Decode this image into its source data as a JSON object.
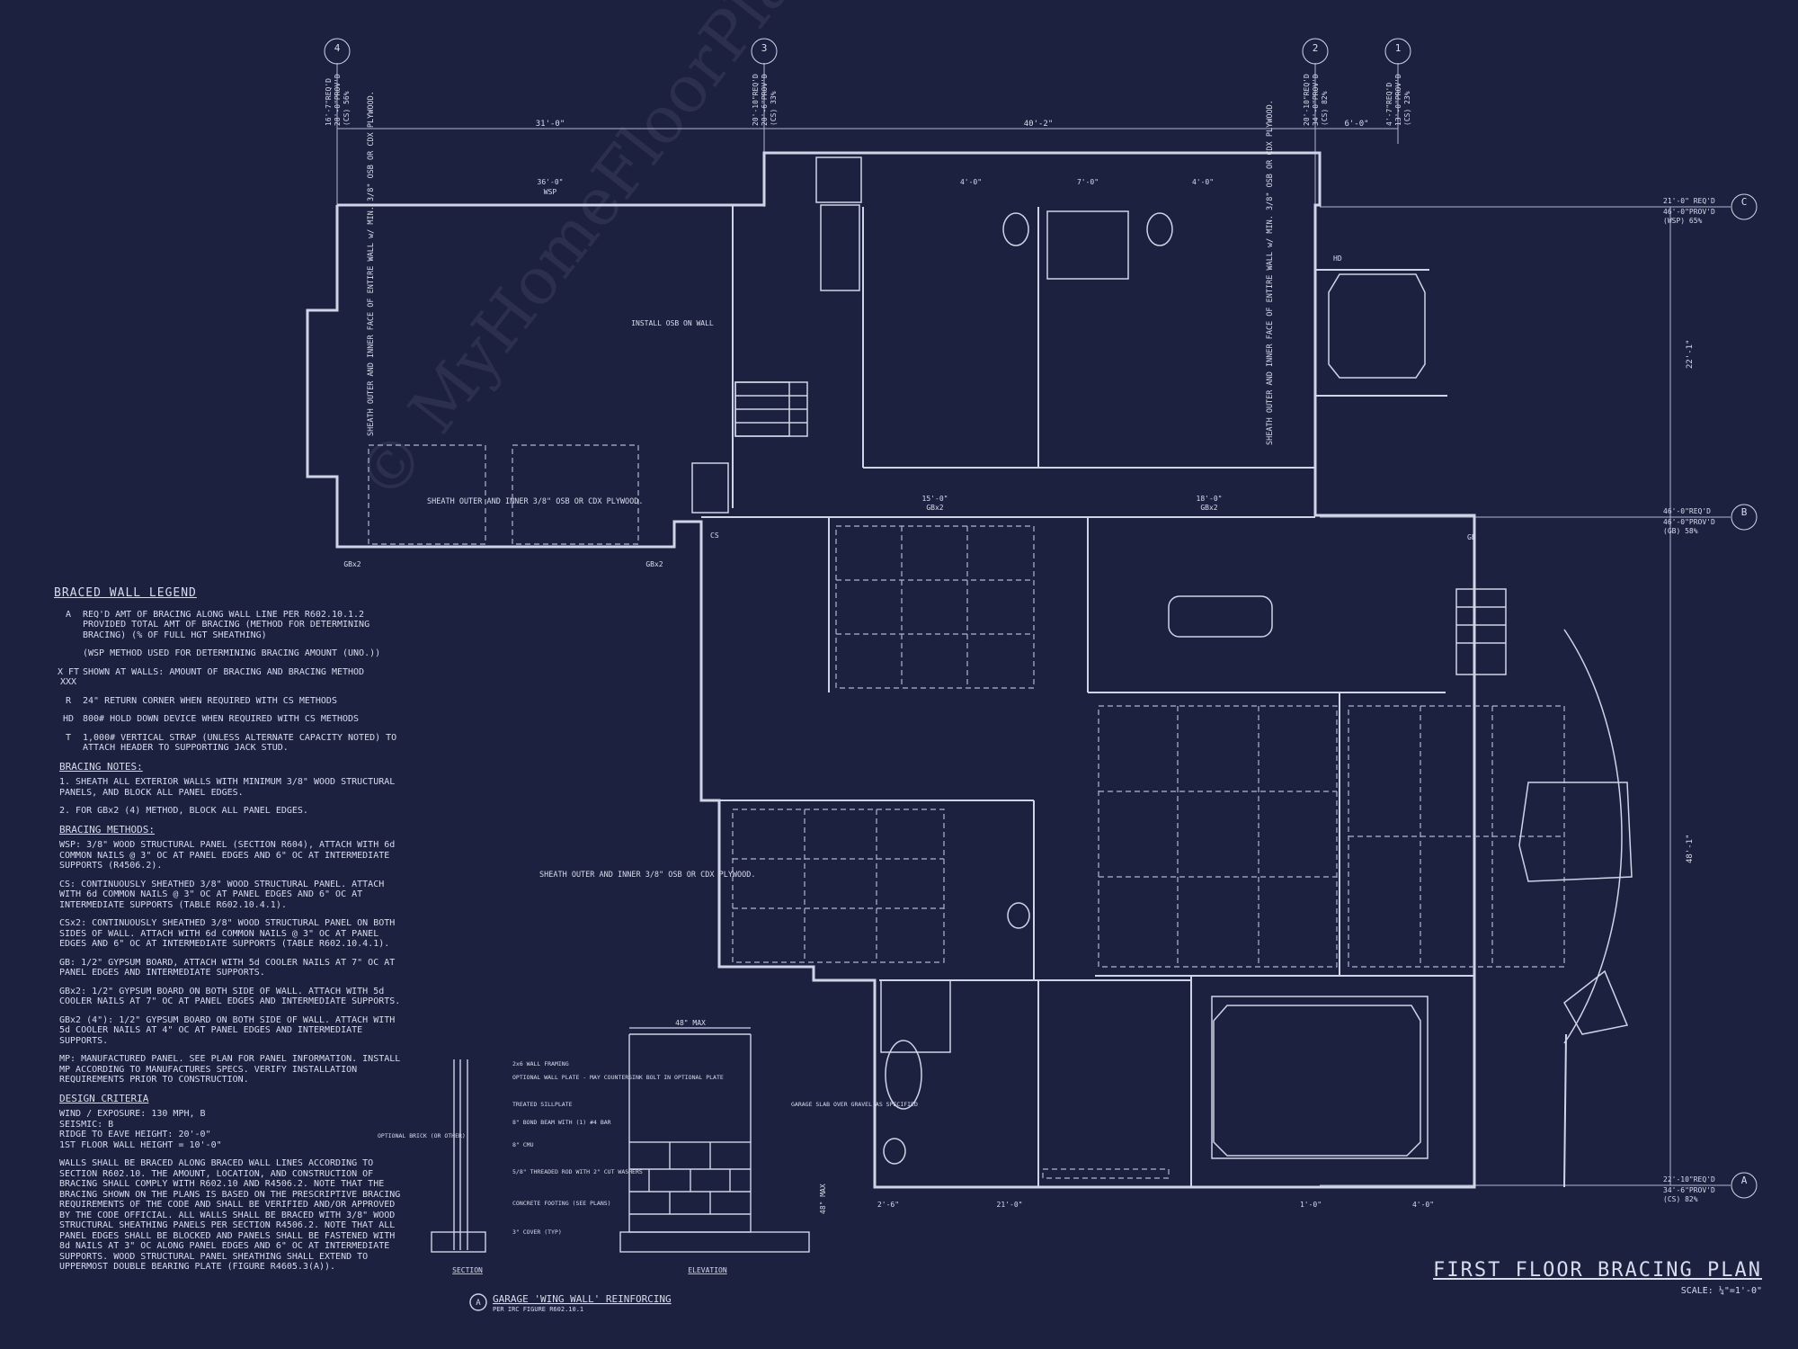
{
  "title": "FIRST FLOOR BRACING PLAN",
  "scale": "SCALE: ¼\"=1'-0\"",
  "watermark": "© MyHomeFloorPlans.com - Not for Construction",
  "grid_lines": {
    "top": [
      {
        "id": "4",
        "req": "16'-7\"REQ'D",
        "prov": "28'-0\"PROV'D",
        "pct": "(CS) 56%"
      },
      {
        "id": "3",
        "req": "20'-10\"REQ'D",
        "prov": "20'-6\"PROV'D",
        "pct": "(CS) 33%"
      },
      {
        "id": "2",
        "req": "20'-10\"REQ'D",
        "prov": "34'-0\"PROV'D",
        "pct": "(CS) 82%"
      },
      {
        "id": "1",
        "req": "4'-7\"REQ'D",
        "prov": "13'-0\"PROV'D",
        "pct": "(CS) 23%"
      }
    ],
    "right": [
      {
        "id": "C",
        "req": "21'-0\" REQ'D",
        "prov": "46'-0\"PROV'D",
        "pct": "(WSP) 65%"
      },
      {
        "id": "B",
        "req": "46'-0\"REQ'D",
        "prov": "46'-0\"PROV'D",
        "pct": "(GB) 58%"
      },
      {
        "id": "A",
        "req": "22'-10\"REQ'D",
        "prov": "34'-6\"PROV'D",
        "pct": "(CS) 82%"
      }
    ]
  },
  "dimensions": {
    "d1": "31'-0\"",
    "d2": "40'-2\"",
    "d3": "6'-0\"",
    "v1": "22'-1\"",
    "v2": "48'-1\""
  },
  "plan_labels": {
    "wsp36": "36'-0\"",
    "wsp": "WSP",
    "w4a": "4'-0\"",
    "w7": "7'-0\"",
    "w4b": "4'-0\"",
    "gb15": "15'-0\"",
    "gb18": "18'-0\"",
    "gb2": "GBx2",
    "gb": "GB",
    "cs": "CS",
    "hd": "HD",
    "install": "INSTALL OSB ON WALL",
    "sheath1": "SHEATH OUTER AND INNER FACE OF ENTIRE WALL w/ MIN. 3/8\" OSB OR CDX PLYWOOD.",
    "sheath2": "SHEATH OUTER AND INNER FACE OF ENTIRE WALL w/ MIN. 3/8\" OSB OR CDX PLYWOOD.",
    "sheath3": "SHEATH OUTER AND INNER 3/8\" OSB OR CDX PLYWOOD.",
    "sheath4": "SHEATH OUTER AND INNER 3/8\" OSB OR CDX PLYWOOD.",
    "b1": "2'-6\"",
    "b2": "21'-0\"",
    "b3": "1'-0\"",
    "b4": "4'-0\""
  },
  "legend": {
    "heading": "BRACED WALL LEGEND",
    "items": [
      {
        "sym": "A",
        "text": "REQ'D AMT OF BRACING ALONG WALL LINE PER R602.10.1.2 PROVIDED TOTAL AMT OF BRACING (METHOD FOR DETERMINING BRACING) (% OF FULL HGT SHEATHING)"
      },
      {
        "sym": "",
        "text": "(WSP METHOD USED FOR DETERMINING BRACING AMOUNT (UNO.))"
      },
      {
        "sym": "X FT XXX",
        "text": "SHOWN AT WALLS: AMOUNT OF BRACING AND BRACING METHOD"
      },
      {
        "sym": "R",
        "text": "24\" RETURN CORNER WHEN REQUIRED WITH CS METHODS"
      },
      {
        "sym": "HD",
        "text": "800# HOLD DOWN DEVICE WHEN REQUIRED WITH CS METHODS"
      },
      {
        "sym": "T",
        "text": "1,000# VERTICAL STRAP (UNLESS ALTERNATE CAPACITY NOTED) TO ATTACH HEADER TO SUPPORTING JACK STUD."
      }
    ],
    "notes_heading": "BRACING NOTES:",
    "notes": [
      "1. SHEATH ALL EXTERIOR WALLS WITH MINIMUM 3/8\" WOOD STRUCTURAL PANELS, AND BLOCK ALL PANEL EDGES.",
      "2. FOR GBx2 (4) METHOD, BLOCK ALL PANEL EDGES."
    ],
    "methods_heading": "BRACING METHODS:",
    "methods": [
      "WSP: 3/8\" WOOD STRUCTURAL PANEL (SECTION R604), ATTACH WITH 6d COMMON NAILS @ 3\" OC AT PANEL EDGES AND 6\" OC AT INTERMEDIATE SUPPORTS (R4506.2).",
      "CS: CONTINUOUSLY SHEATHED 3/8\" WOOD STRUCTURAL PANEL. ATTACH WITH 6d COMMON NAILS @ 3\" OC AT PANEL EDGES AND 6\" OC AT INTERMEDIATE SUPPORTS (TABLE R602.10.4.1).",
      "CSx2: CONTINUOUSLY SHEATHED 3/8\" WOOD STRUCTURAL PANEL ON BOTH SIDES OF WALL. ATTACH WITH 6d COMMON NAILS @ 3\" OC AT PANEL EDGES AND 6\" OC AT INTERMEDIATE SUPPORTS (TABLE R602.10.4.1).",
      "GB: 1/2\" GYPSUM BOARD, ATTACH WITH 5d COOLER NAILS AT 7\" OC AT PANEL EDGES AND INTERMEDIATE SUPPORTS.",
      "GBx2: 1/2\" GYPSUM BOARD ON BOTH SIDE OF WALL. ATTACH WITH 5d COOLER NAILS AT 7\" OC AT PANEL EDGES AND INTERMEDIATE SUPPORTS.",
      "GBx2 (4\"): 1/2\" GYPSUM BOARD ON BOTH SIDE OF WALL. ATTACH WITH 5d COOLER NAILS AT 4\" OC AT PANEL EDGES AND INTERMEDIATE SUPPORTS.",
      "MP: MANUFACTURED PANEL. SEE PLAN FOR PANEL INFORMATION. INSTALL MP ACCORDING TO MANUFACTURES SPECS. VERIFY INSTALLATION REQUIREMENTS PRIOR TO CONSTRUCTION."
    ],
    "design_heading": "DESIGN CRITERIA",
    "design": [
      "WIND / EXPOSURE: 130 MPH, B",
      "SEISMIC: B",
      "RIDGE TO EAVE HEIGHT: 20'-0\"",
      "1ST FLOOR WALL HEIGHT = 10'-0\""
    ],
    "design_note": "WALLS SHALL BE BRACED ALONG BRACED WALL LINES ACCORDING TO SECTION R602.10. THE AMOUNT, LOCATION, AND CONSTRUCTION OF BRACING SHALL COMPLY WITH R602.10 AND R4506.2. NOTE THAT THE BRACING SHOWN ON THE PLANS IS BASED ON THE PRESCRIPTIVE BRACING REQUIREMENTS OF THE CODE AND SHALL BE VERIFIED AND/OR APPROVED BY THE CODE OFFICIAL. ALL WALLS SHALL BE BRACED WITH 3/8\" WOOD STRUCTURAL SHEATHING PANELS PER SECTION R4506.2. NOTE THAT ALL PANEL EDGES SHALL BE BLOCKED AND PANELS SHALL BE FASTENED WITH 8d NAILS AT 3\" OC ALONG PANEL EDGES AND 6\" OC AT INTERMEDIATE SUPPORTS. WOOD STRUCTURAL PANEL SHEATHING SHALL EXTEND TO UPPERMOST DOUBLE BEARING PLATE (FIGURE R4605.3(A))."
  },
  "detail": {
    "max48": "48\" MAX",
    "vmax48": "48\" MAX",
    "labels": [
      "2x6 WALL FRAMING",
      "OPTIONAL WALL PLATE - MAY COUNTERSINK BOLT IN OPTIONAL PLATE",
      "TREATED SILLPLATE",
      "8\" BOND BEAM WITH (1) #4 BAR",
      "8\" CMU",
      "5/8\" THREADED ROD WITH 2\" CUT WASHERS",
      "CONCRETE FOOTING (SEE PLANS)",
      "3\" COVER (TYP)"
    ],
    "left_label": "OPTIONAL BRICK (OR OTHER)",
    "right_label": "GARAGE SLAB OVER GRAVEL AS SPECIFIED",
    "section": "SECTION",
    "elevation": "ELEVATION",
    "caption_id": "A",
    "caption": "GARAGE 'WING WALL' REINFORCING",
    "caption_sub": "PER IRC FIGURE R602.10.1"
  }
}
